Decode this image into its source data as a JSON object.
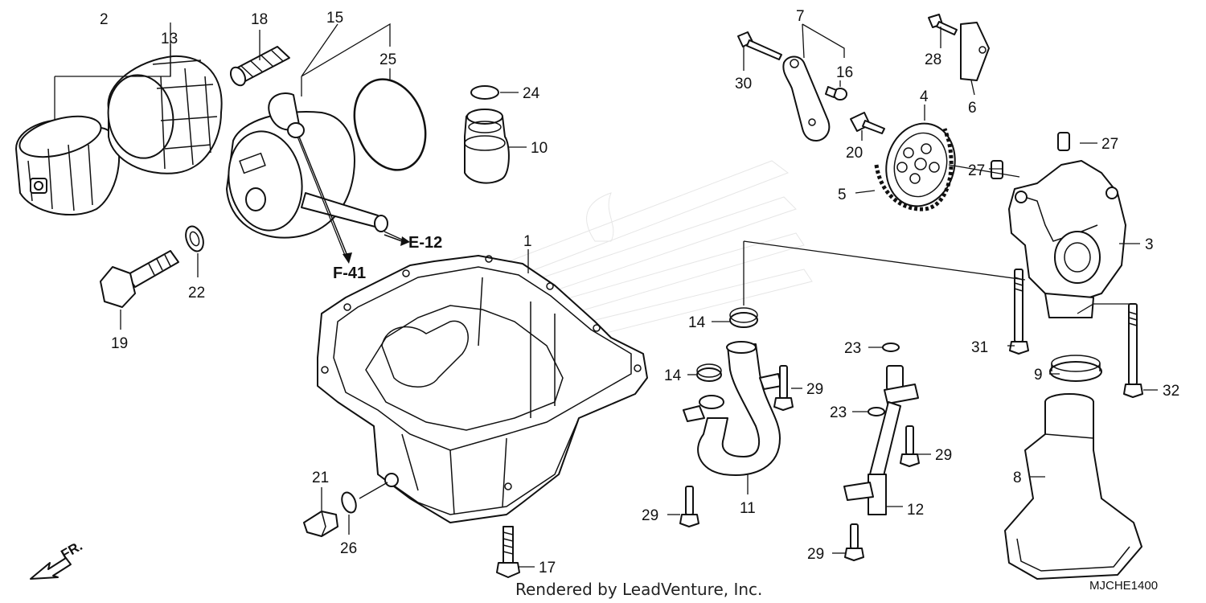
{
  "callouts": {
    "c1": "1",
    "c2": "2",
    "c3": "3",
    "c4": "4",
    "c5": "5",
    "c6": "6",
    "c7": "7",
    "c8": "8",
    "c9": "9",
    "c10": "10",
    "c11": "11",
    "c12": "12",
    "c13": "13",
    "c14a": "14",
    "c14b": "14",
    "c15": "15",
    "c16": "16",
    "c17": "17",
    "c18": "18",
    "c19": "19",
    "c20": "20",
    "c21": "21",
    "c22": "22",
    "c23a": "23",
    "c23b": "23",
    "c24": "24",
    "c25": "25",
    "c26": "26",
    "c27a": "27",
    "c27b": "27",
    "c28": "28",
    "c29a": "29",
    "c29b": "29",
    "c29c": "29",
    "c29d": "29",
    "c30": "30",
    "c31": "31",
    "c32": "32"
  },
  "refs": {
    "e12": "E-12",
    "f41": "F-41"
  },
  "direction": "FR.",
  "footer": {
    "credit": "Rendered by LeadVenture, Inc.",
    "diagram_code": "MJCHE1400"
  }
}
